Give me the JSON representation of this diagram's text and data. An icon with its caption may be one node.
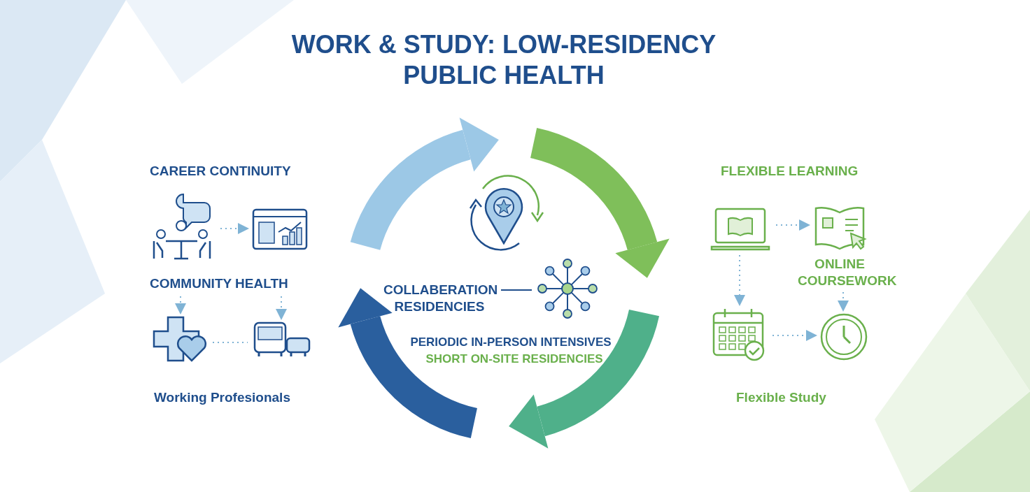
{
  "diagram": {
    "title": "WORK & STUDY: LOW-RESIDENCY PUBLIC HEALTH",
    "nodes": [
      {
        "text": [],
        "shape": "picture"
      },
      {
        "text": [],
        "shape": "picture"
      },
      {
        "text": [
          "COMMUNITY HEALTH"
        ]
      },
      {
        "text": [],
        "shape": "picture"
      },
      {
        "text": [],
        "shape": "picture"
      },
      {
        "text": [],
        "shape": "picture"
      },
      {
        "text": [],
        "shape": "picture"
      },
      {
        "text": [
          "ONLINE COURSEWORK"
        ]
      },
      {
        "text": [],
        "shape": "picture"
      },
      {
        "text": [],
        "shape": "picture"
      },
      {
        "text": [
          "COLLABERATION RESIDENCIES"
        ]
      },
      {
        "text": [],
        "shape": "picture"
      }
    ],
    "edges": [
      {
        "from": 0,
        "to": 1,
        "arrow": "to",
        "style": "dashed"
      },
      {
        "from": 2,
        "to": 3,
        "arrow": "to",
        "style": "dashed"
      },
      {
        "from": 2,
        "to": 4,
        "arrow": "to",
        "style": "dashed"
      },
      {
        "from": 3,
        "to": 4,
        "arrow": "none",
        "style": "dashed"
      },
      {
        "from": 5,
        "to": 6,
        "arrow": "to",
        "style": "dashed"
      },
      {
        "from": 5,
        "to": 8,
        "arrow": "to",
        "style": "dashed"
      },
      {
        "from": 7,
        "to": 9,
        "arrow": "to",
        "style": "dashed"
      },
      {
        "from": 8,
        "to": 9,
        "arrow": "to",
        "style": "dashed"
      },
      {
        "from": 10,
        "to": 11,
        "arrow": "none",
        "color": "#1f4e8c"
      }
    ],
    "labels": [
      "CAREER CONTINUITY",
      "FLEXIBLE LEARNING",
      "Working Profesionals",
      "PERIODIC IN-PERSON INTENSIVES",
      "SHORT ON-SITE RESIDENCIES",
      "Flexible Study"
    ]
  }
}
